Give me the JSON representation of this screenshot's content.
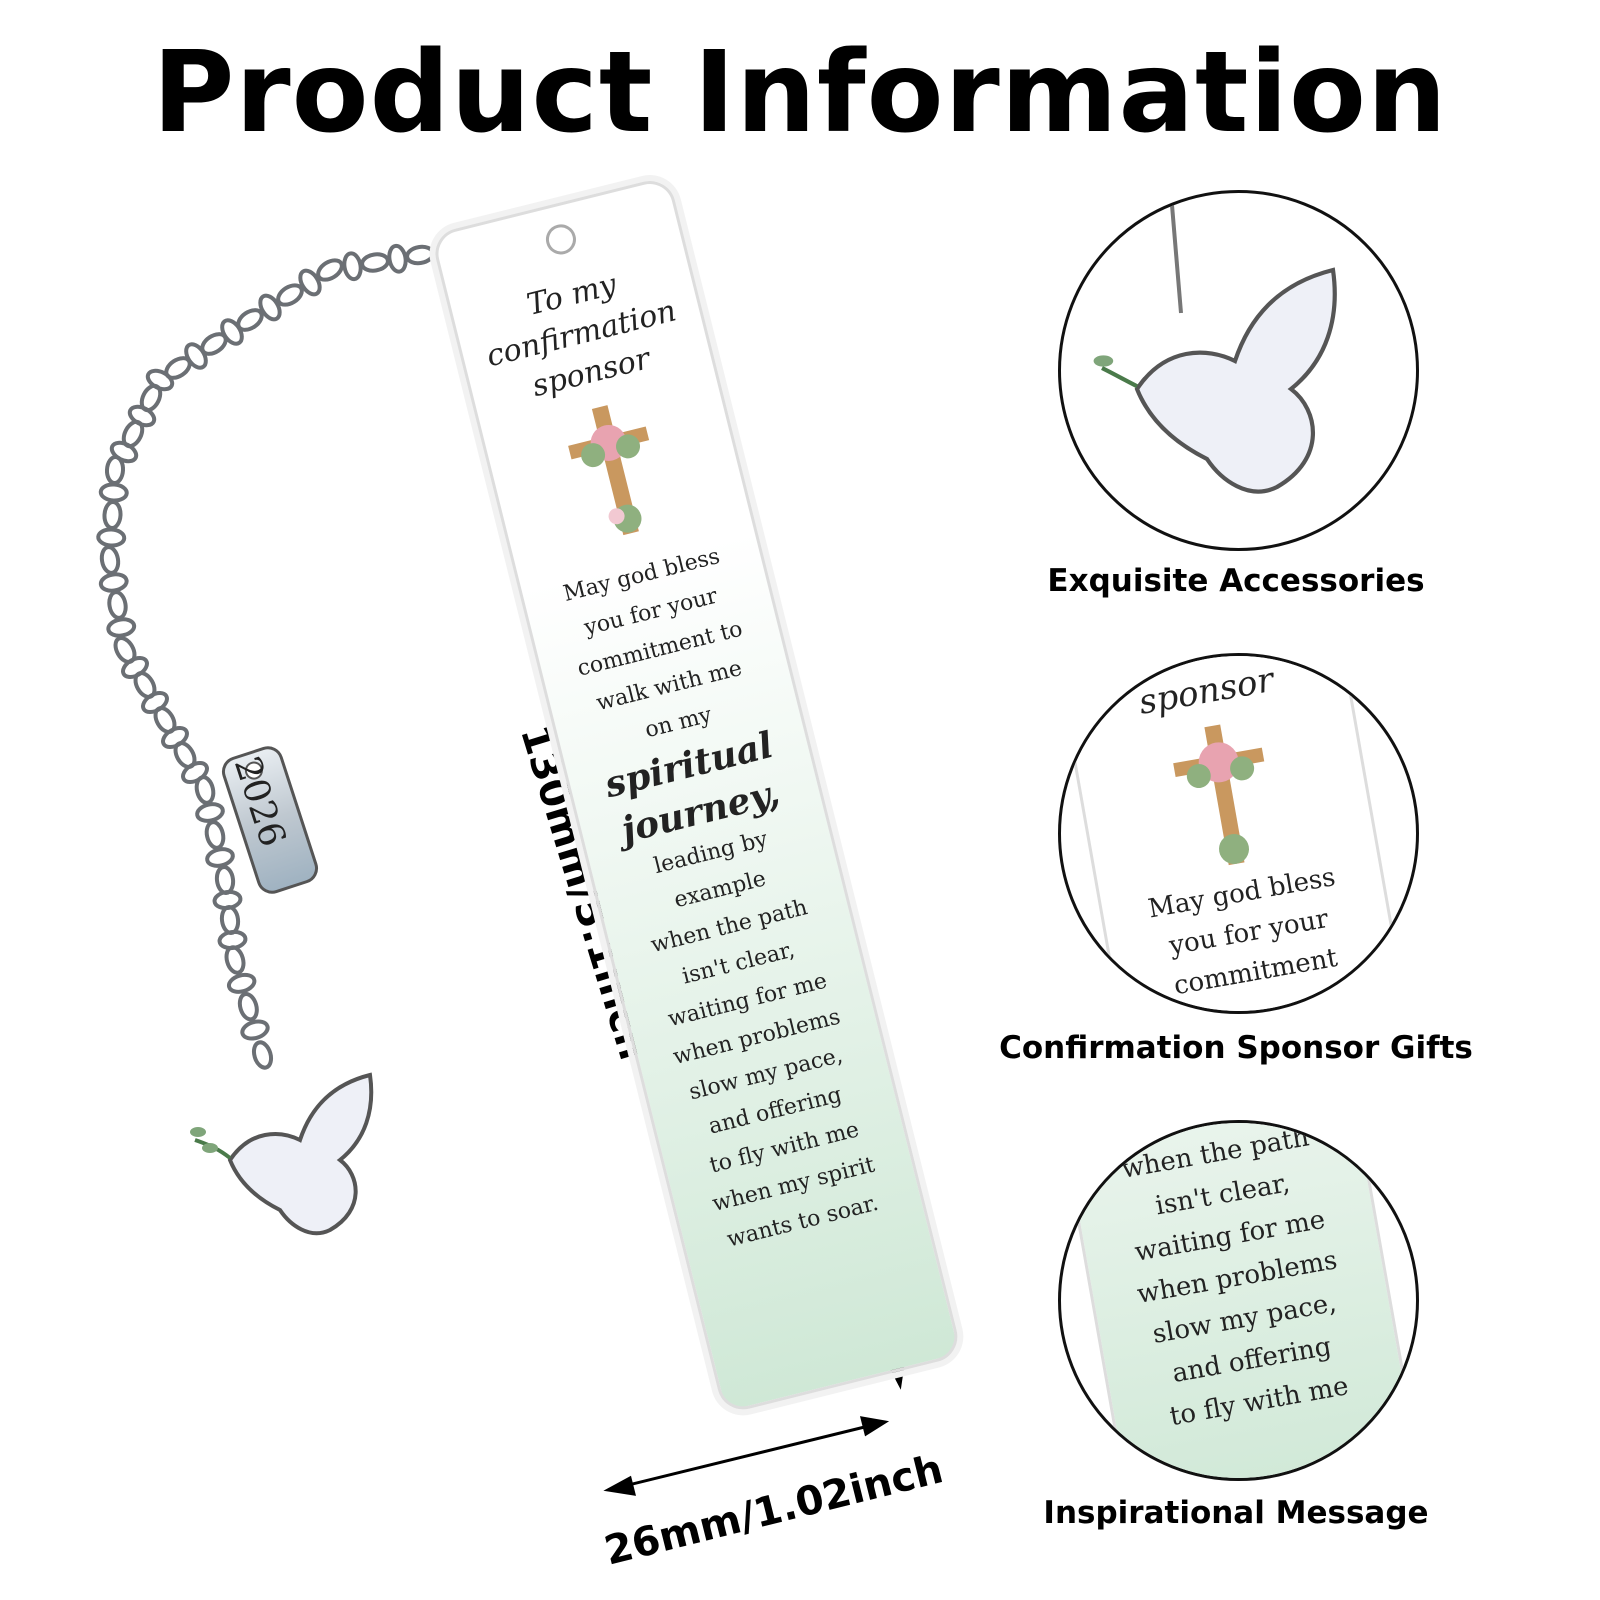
{
  "title": "Product Information",
  "bookmark": {
    "heading": [
      "To my",
      "confirmation",
      "sponsor"
    ],
    "message_top": [
      "May god bless",
      "you for your",
      "commitment to",
      "walk with me",
      "on my"
    ],
    "message_script": [
      "spiritual",
      "journey,"
    ],
    "message_bottom": [
      "leading by",
      "example",
      "when the path",
      "isn't clear,",
      "waiting for me",
      "when problems",
      "slow my pace,",
      "and offering",
      "to fly with me",
      "when my spirit",
      "wants to soar."
    ],
    "tag_year": "2026",
    "gradient_top": "#ffffff",
    "gradient_bottom": "#cfe8d6"
  },
  "dimensions": {
    "height": "130mm/5.1inch",
    "width": "26mm/1.02inch"
  },
  "features": [
    {
      "caption": "Exquisite Accessories"
    },
    {
      "caption": "Confirmation Sponsor Gifts",
      "lines": [
        "sponsor",
        "May god bless",
        "you for your",
        "commitment"
      ]
    },
    {
      "caption": "Inspirational Message",
      "lines": [
        "when the path",
        "isn't clear,",
        "waiting for me",
        "when problems",
        "slow my pace,",
        "and offering",
        "to fly with me"
      ]
    }
  ]
}
